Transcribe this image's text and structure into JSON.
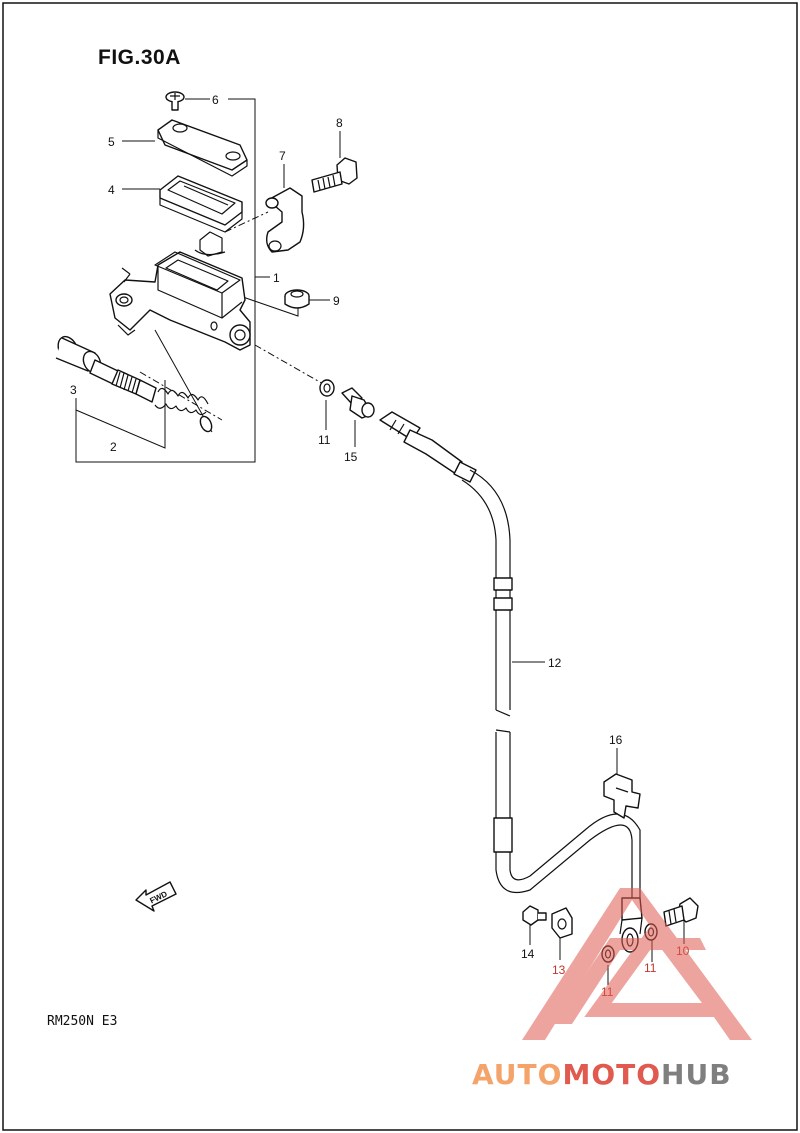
{
  "figure": {
    "title": "FIG.30A",
    "model_code": "RM250N E3"
  },
  "parts": [
    {
      "id": "p1",
      "label": "1"
    },
    {
      "id": "p2",
      "label": "2"
    },
    {
      "id": "p3",
      "label": "3"
    },
    {
      "id": "p4",
      "label": "4"
    },
    {
      "id": "p5",
      "label": "5"
    },
    {
      "id": "p6",
      "label": "6"
    },
    {
      "id": "p7",
      "label": "7"
    },
    {
      "id": "p8",
      "label": "8"
    },
    {
      "id": "p9",
      "label": "9"
    },
    {
      "id": "p10",
      "label": "10"
    },
    {
      "id": "p11a",
      "label": "11"
    },
    {
      "id": "p11b",
      "label": "11"
    },
    {
      "id": "p11c",
      "label": "11"
    },
    {
      "id": "p12",
      "label": "12"
    },
    {
      "id": "p13",
      "label": "13"
    },
    {
      "id": "p14",
      "label": "14"
    },
    {
      "id": "p15",
      "label": "15"
    },
    {
      "id": "p16",
      "label": "16"
    }
  ],
  "fwd_arrow": {
    "label": "FWD"
  },
  "watermark": {
    "part1": "AUTO",
    "part2": "MOTO",
    "part3": "HUB",
    "color_light": "#f4a36b",
    "color_red": "#e05a4f",
    "color_gray": "#7f7f7f"
  }
}
